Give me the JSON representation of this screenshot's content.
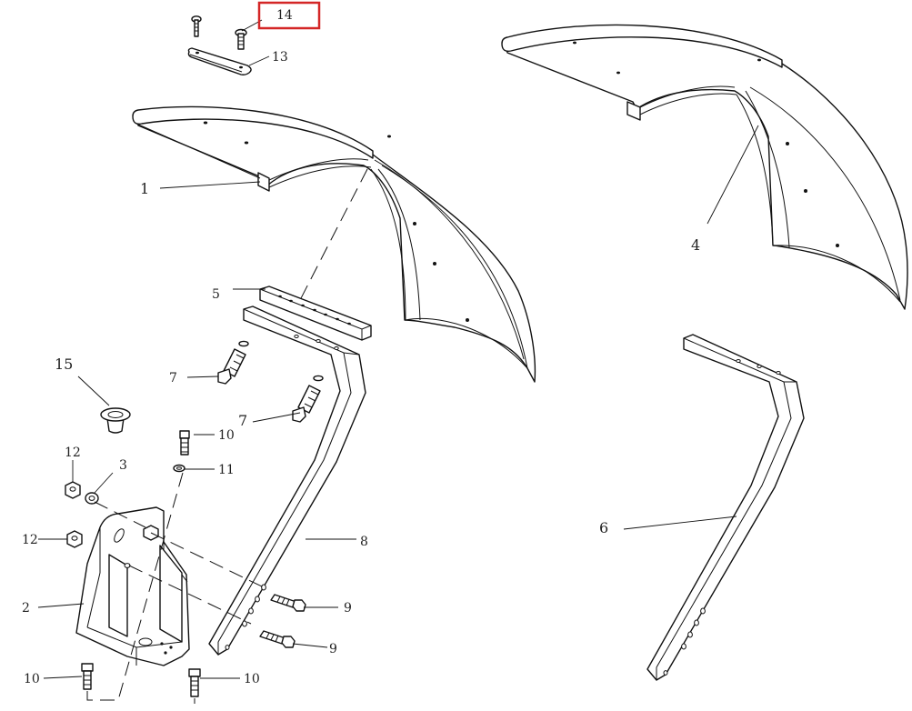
{
  "callouts": {
    "c1": "1",
    "c2": "2",
    "c3": "3",
    "c4": "4",
    "c5": "5",
    "c6": "6",
    "c7a": "7",
    "c7b": "7",
    "c8": "8",
    "c9a": "9",
    "c9b": "9",
    "c10a": "10",
    "c10b": "10",
    "c10c": "10",
    "c11": "11",
    "c12a": "12",
    "c12b": "12",
    "c13": "13",
    "c14": "14",
    "c15": "15"
  },
  "highlight": {
    "callout": "14",
    "color": "#d42626"
  }
}
